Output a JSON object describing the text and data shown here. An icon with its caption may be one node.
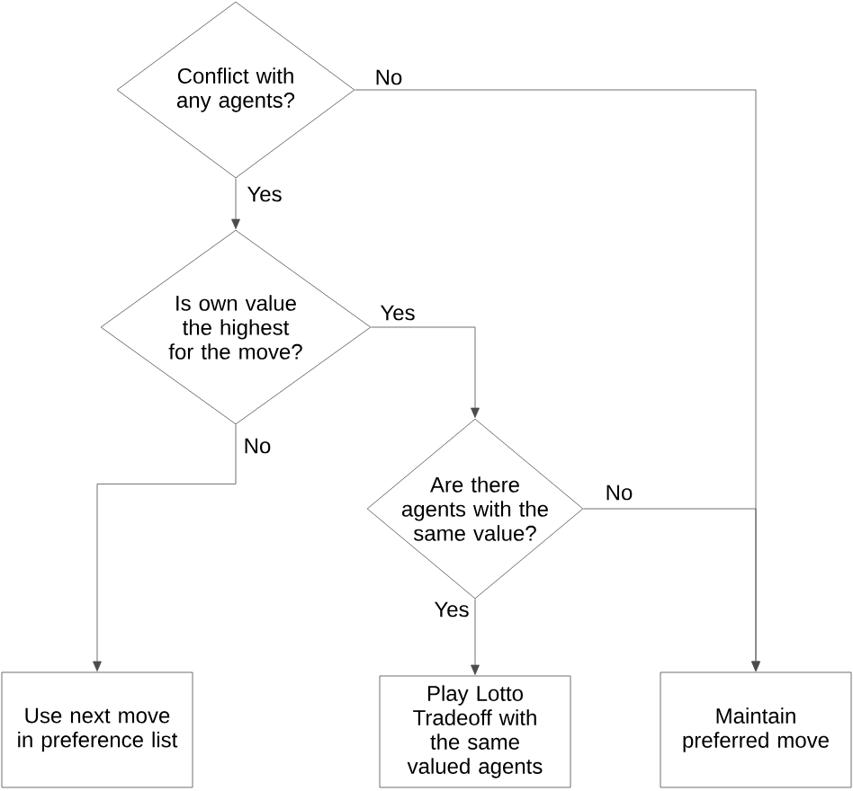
{
  "diagram": {
    "nodes": [
      {
        "text": [
          "Conflict with any agents?"
        ]
      },
      {
        "text": [
          "Is own value the highest for the move?"
        ]
      },
      {
        "text": [
          "Are there agents with the same value?"
        ]
      },
      {
        "text": [
          "Use next move in preference list"
        ]
      },
      {
        "text": [
          "Play Lotto Tradeoff with the same valued agents"
        ]
      },
      {
        "text": [
          "Maintain preferred move"
        ]
      }
    ],
    "edges": [
      {
        "from": 0,
        "to": 1,
        "arrow": "to",
        "label": "Yes"
      },
      {
        "from": 0,
        "to": 5,
        "arrow": "to",
        "label": "No"
      },
      {
        "from": 1,
        "to": 2,
        "arrow": "to",
        "label": "Yes"
      },
      {
        "from": 1,
        "to": 3,
        "arrow": "to",
        "label": "No"
      },
      {
        "from": 2,
        "to": 5,
        "arrow": "to",
        "label": "No"
      },
      {
        "from": 2,
        "to": 4,
        "arrow": "to",
        "label": "Yes"
      }
    ]
  }
}
